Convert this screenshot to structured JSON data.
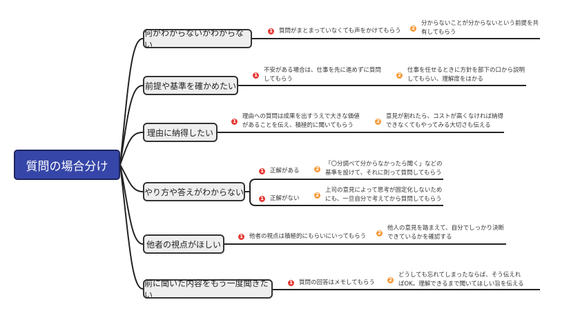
{
  "root": {
    "label": "質問の場合分け"
  },
  "colors": {
    "root": "#3646a8",
    "num1": "#e53935",
    "num2": "#f59a3a"
  },
  "branches": [
    {
      "label": "何がわからないかわからない",
      "items": [
        {
          "num": "1",
          "text": "質問がまとまっていなくても声をかけてもらう"
        },
        {
          "num": "2",
          "text": "分からないことが分からないという前提を共有してもらう"
        }
      ]
    },
    {
      "label": "前提や基準を確かめたい",
      "items": [
        {
          "num": "1",
          "text": "不安がある場合は、仕事を先に進めずに質問してもらう"
        },
        {
          "num": "2",
          "text": "仕事を任せるときに方針を部下の口から説明してもらい、理解度をはかる"
        }
      ]
    },
    {
      "label": "理由に納得したい",
      "items": [
        {
          "num": "1",
          "text": "理由への質問は成果を出すうえで大きな価値があることを伝え、積極的に聞いてもらう"
        },
        {
          "num": "2",
          "text": "意見が割れたら、コストが高くなければ納得できなくてもやってみる大切さも伝える"
        }
      ]
    },
    {
      "label": "やり方や答えがわからない",
      "subs": [
        {
          "num": "1",
          "label": "正解がある",
          "item": {
            "num": "2",
            "text": "「〇分調べて分からなかったら聞く」などの基準を設けて、それに則って質問してもらう"
          }
        },
        {
          "num": "1",
          "label": "正解がない",
          "item": {
            "num": "2",
            "text": "上司の意見によって思考が固定化しないためにも、一旦自分で考えてから質問してもらう"
          }
        }
      ]
    },
    {
      "label": "他者の視点がほしい",
      "items": [
        {
          "num": "1",
          "text": "他者の視点は積極的にもらいにいってもらう"
        },
        {
          "num": "2",
          "text": "他人の意見を踏まえて、自分でしっかり決断できているかを確認する"
        }
      ]
    },
    {
      "label": "前に聞いた内容をもう一度聞きたい",
      "items": [
        {
          "num": "1",
          "text": "質問の回答はメモしてもらう"
        },
        {
          "num": "2",
          "text": "どうしても忘れてしまったならば、そう伝えればOK。理解できるまで聞いてほしい旨を伝える"
        }
      ]
    }
  ]
}
